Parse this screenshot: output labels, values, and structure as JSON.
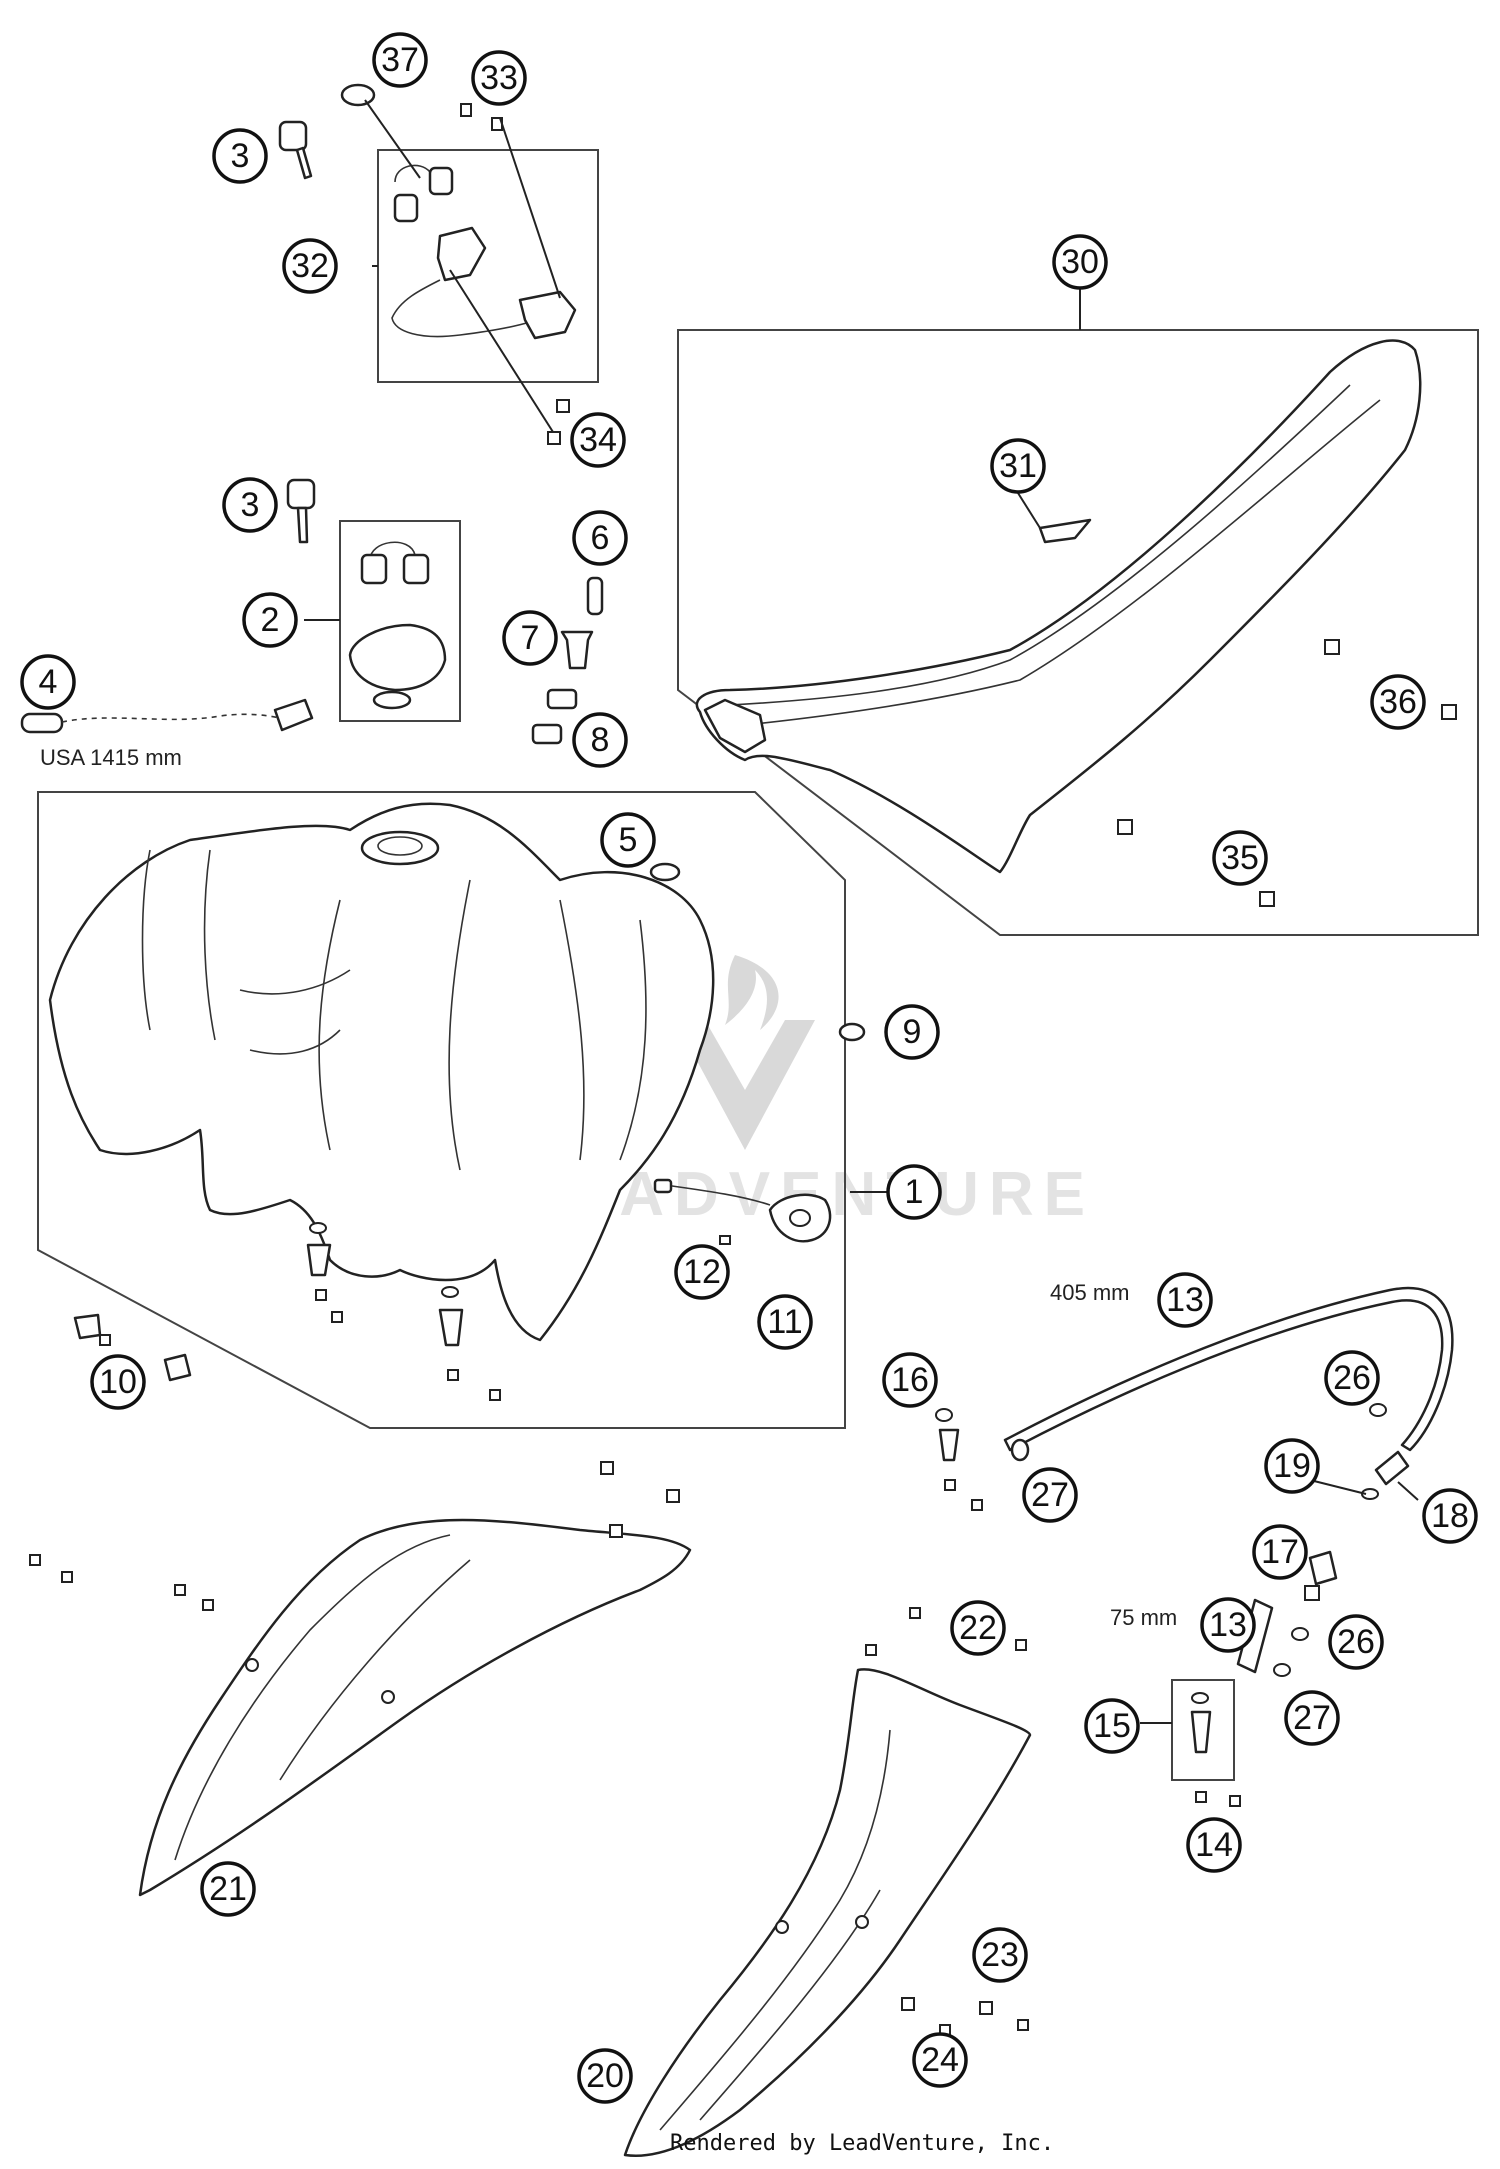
{
  "callouts": [
    {
      "id": "37",
      "label": "37"
    },
    {
      "id": "33",
      "label": "33"
    },
    {
      "id": "3a",
      "label": "3"
    },
    {
      "id": "32",
      "label": "32"
    },
    {
      "id": "34",
      "label": "34"
    },
    {
      "id": "30",
      "label": "30"
    },
    {
      "id": "31",
      "label": "31"
    },
    {
      "id": "3b",
      "label": "3"
    },
    {
      "id": "6",
      "label": "6"
    },
    {
      "id": "2",
      "label": "2"
    },
    {
      "id": "7",
      "label": "7"
    },
    {
      "id": "4",
      "label": "4"
    },
    {
      "id": "8",
      "label": "8"
    },
    {
      "id": "36",
      "label": "36"
    },
    {
      "id": "5",
      "label": "5"
    },
    {
      "id": "35",
      "label": "35"
    },
    {
      "id": "9",
      "label": "9"
    },
    {
      "id": "1",
      "label": "1"
    },
    {
      "id": "12",
      "label": "12"
    },
    {
      "id": "11",
      "label": "11"
    },
    {
      "id": "13a",
      "label": "13"
    },
    {
      "id": "10",
      "label": "10"
    },
    {
      "id": "26a",
      "label": "26"
    },
    {
      "id": "16",
      "label": "16"
    },
    {
      "id": "19",
      "label": "19"
    },
    {
      "id": "27a",
      "label": "27"
    },
    {
      "id": "18",
      "label": "18"
    },
    {
      "id": "17",
      "label": "17"
    },
    {
      "id": "22",
      "label": "22"
    },
    {
      "id": "13b",
      "label": "13"
    },
    {
      "id": "26b",
      "label": "26"
    },
    {
      "id": "27b",
      "label": "27"
    },
    {
      "id": "15",
      "label": "15"
    },
    {
      "id": "14",
      "label": "14"
    },
    {
      "id": "21",
      "label": "21"
    },
    {
      "id": "23",
      "label": "23"
    },
    {
      "id": "24",
      "label": "24"
    },
    {
      "id": "20",
      "label": "20"
    }
  ],
  "dimensions": {
    "hose_usa": "USA 1415 mm",
    "hose_long": "405 mm",
    "hose_short": "75 mm"
  },
  "footer": "Rendered by LeadVenture, Inc.",
  "watermark": "LEADVENTURE"
}
